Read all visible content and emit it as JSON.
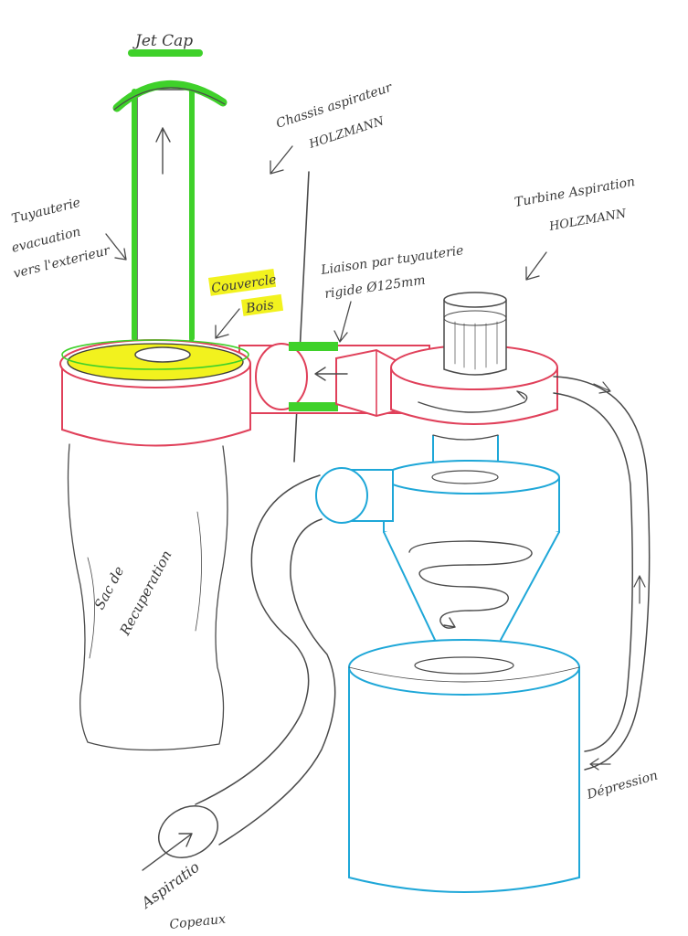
{
  "labels": {
    "jet_cap": "Jet Cap",
    "chassis_line1": "Chassis aspirateur",
    "chassis_line2": "HOLZMANN",
    "tuyauterie_line1": "Tuyauterie",
    "tuyauterie_line2": "evacuation",
    "tuyauterie_line3": "vers l'exterieur",
    "couvercle_line1": "Couvercle",
    "couvercle_line2": "Bois",
    "liaison_line1": "Liaison par tuyauterie",
    "liaison_line2": "rigide Ø125mm",
    "turbine_line1": "Turbine Aspiration",
    "turbine_line2": "HOLZMANN",
    "sac_line1": "Sac de",
    "sac_line2": "Recuperation",
    "depression": "Dépression",
    "aspiration_line1": "Aspiratio",
    "aspiration_line2": "Copeaux"
  },
  "colors": {
    "pencil": "#4a4a4a",
    "green_marker": "#3fd12a",
    "yellow_highlight": "#f2f21e",
    "red_marker": "#e0405a",
    "blue_marker": "#1ea7d8"
  }
}
